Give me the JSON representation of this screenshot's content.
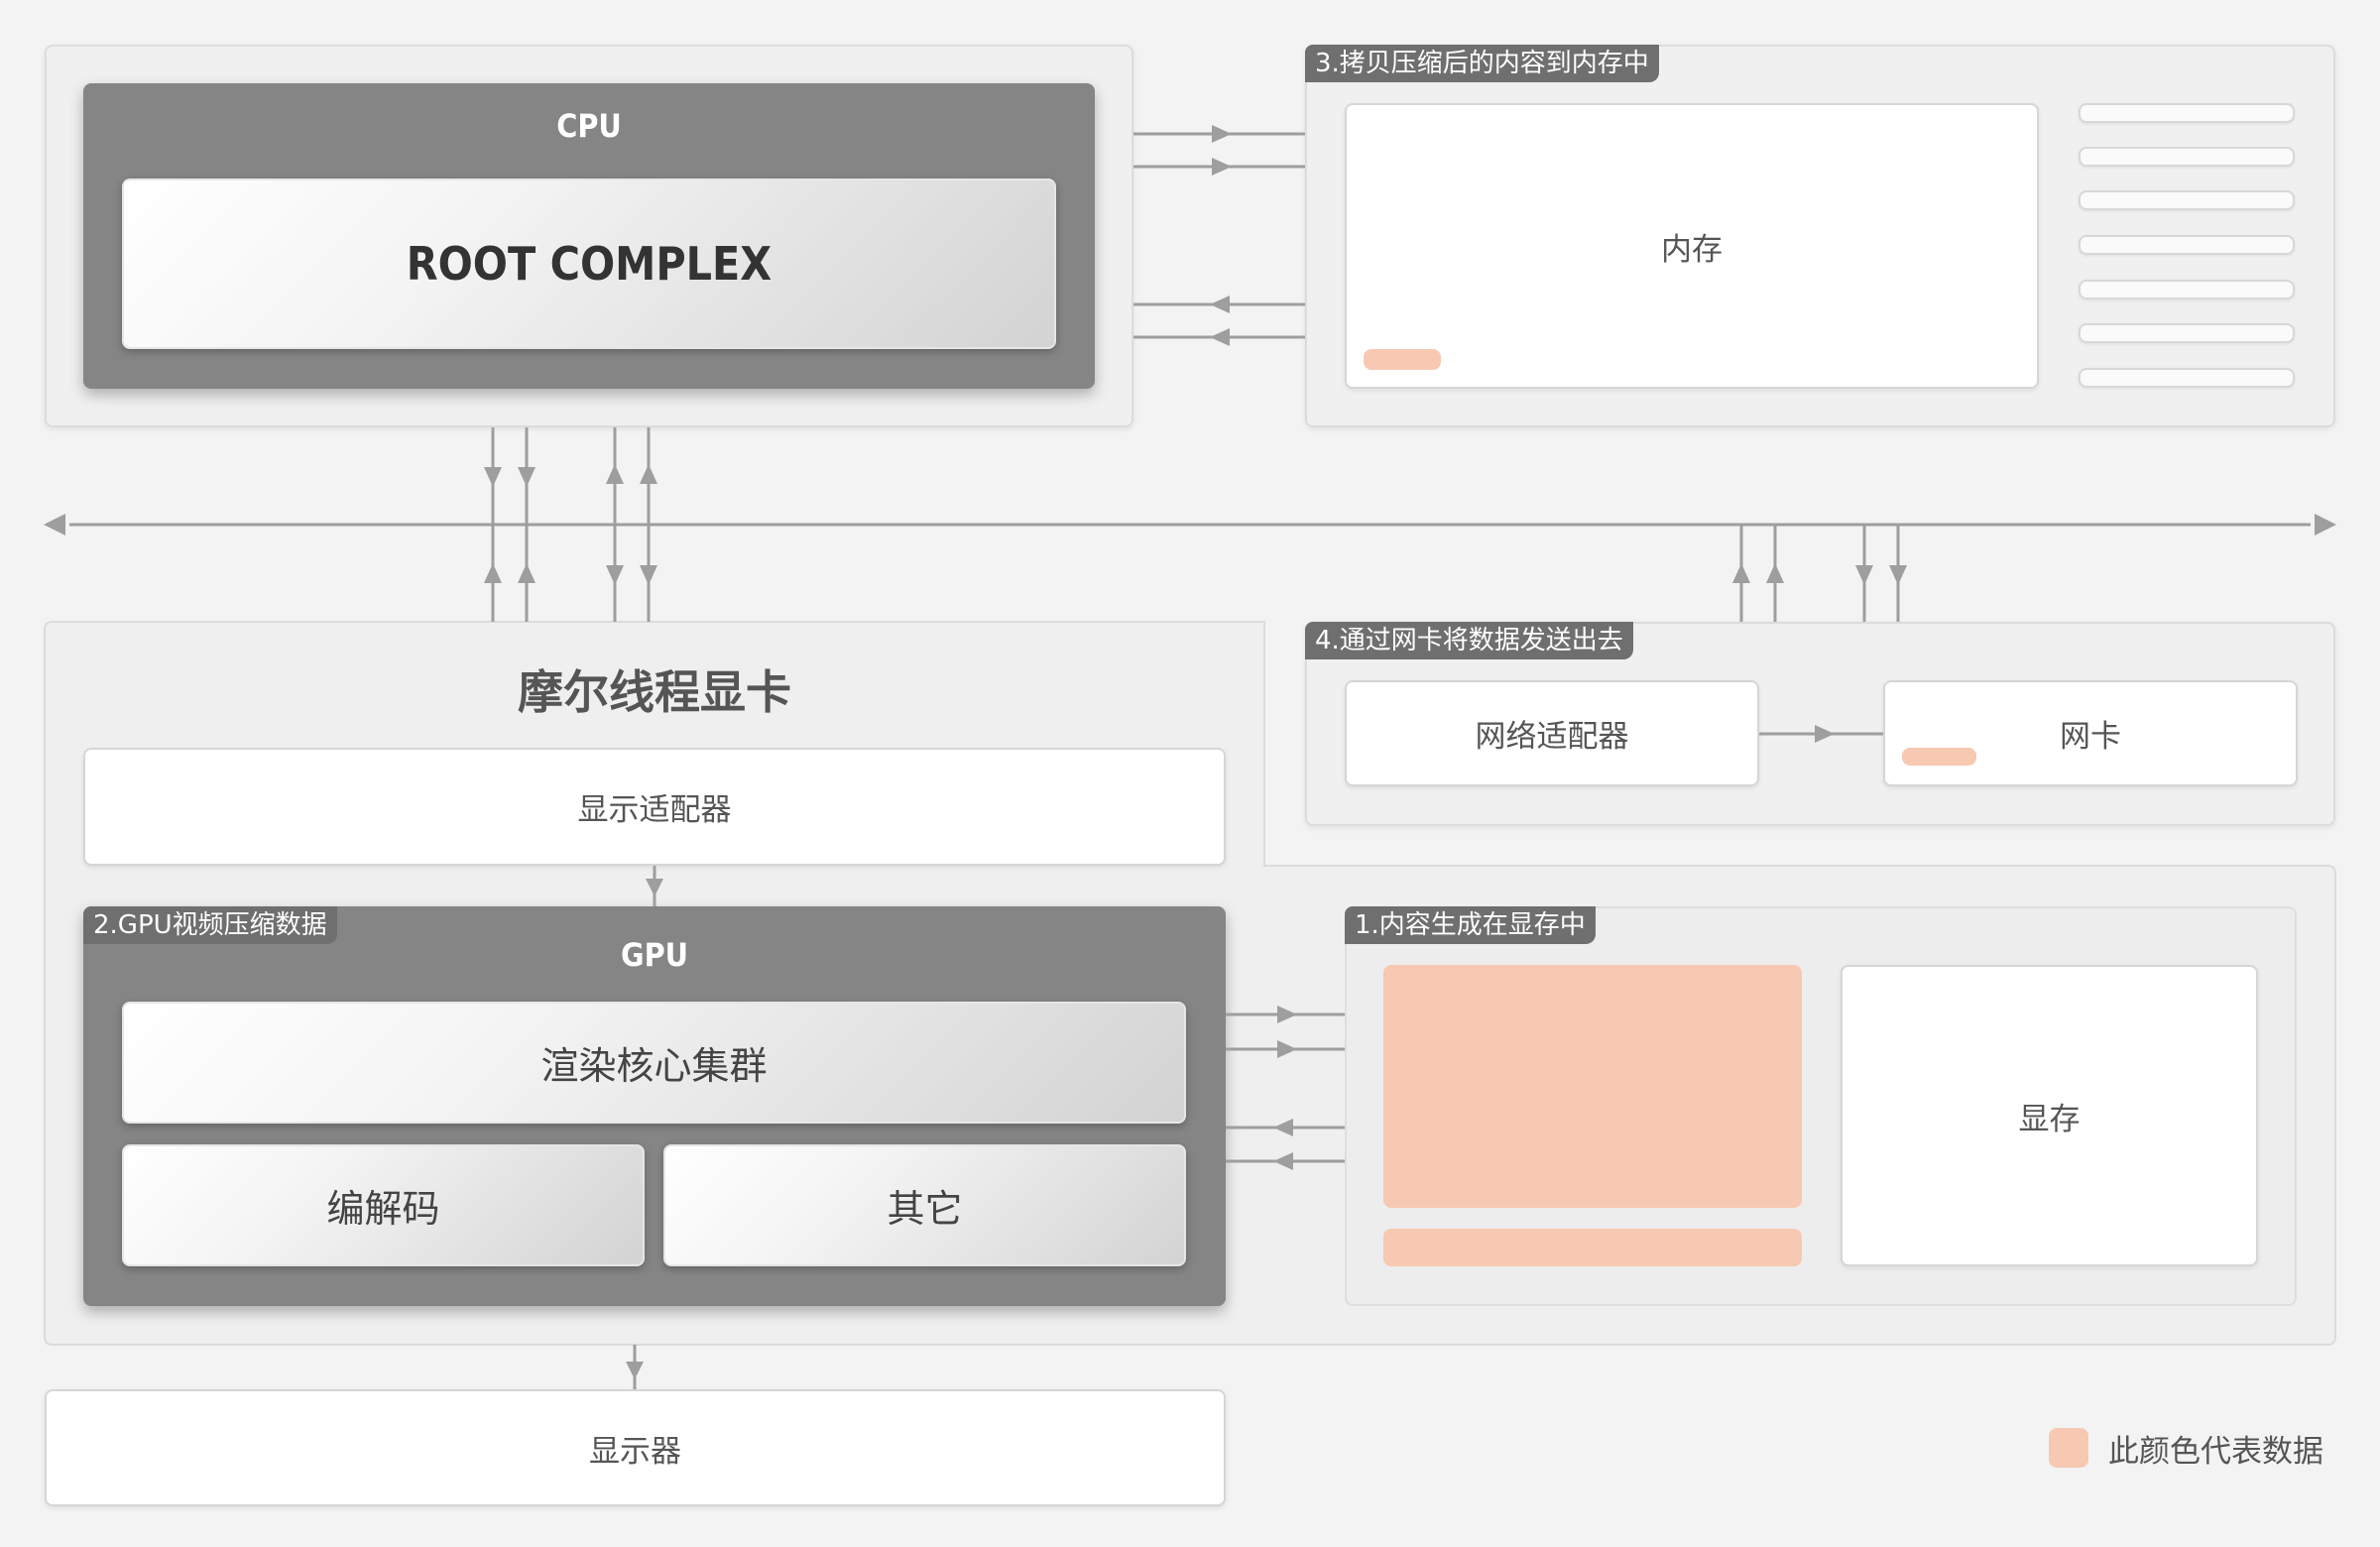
{
  "cpu": {
    "title": "CPU",
    "root_complex": "ROOT COMPLEX"
  },
  "memory": {
    "step_tag": "3.拷贝压缩后的内容到内存中",
    "label": "内存"
  },
  "gpu_card": {
    "title": "摩尔线程显卡",
    "display_adapter": "显示适配器",
    "gpu_step_tag": "2.GPU视频压缩数据",
    "gpu_title": "GPU",
    "render_cluster": "渲染核心集群",
    "codec": "编解码",
    "other": "其它"
  },
  "network": {
    "step_tag": "4.通过网卡将数据发送出去",
    "adapter": "网络适配器",
    "nic": "网卡"
  },
  "vram": {
    "step_tag": "1.内容生成在显存中",
    "label": "显存"
  },
  "monitor": {
    "label": "显示器"
  },
  "legend": {
    "label": "此颜色代表数据",
    "color": "#f7c9b3"
  },
  "colors": {
    "dark_block": "#858585",
    "data": "#f7c9b3",
    "line": "#9e9e9e",
    "tag": "#6f6f6f"
  }
}
